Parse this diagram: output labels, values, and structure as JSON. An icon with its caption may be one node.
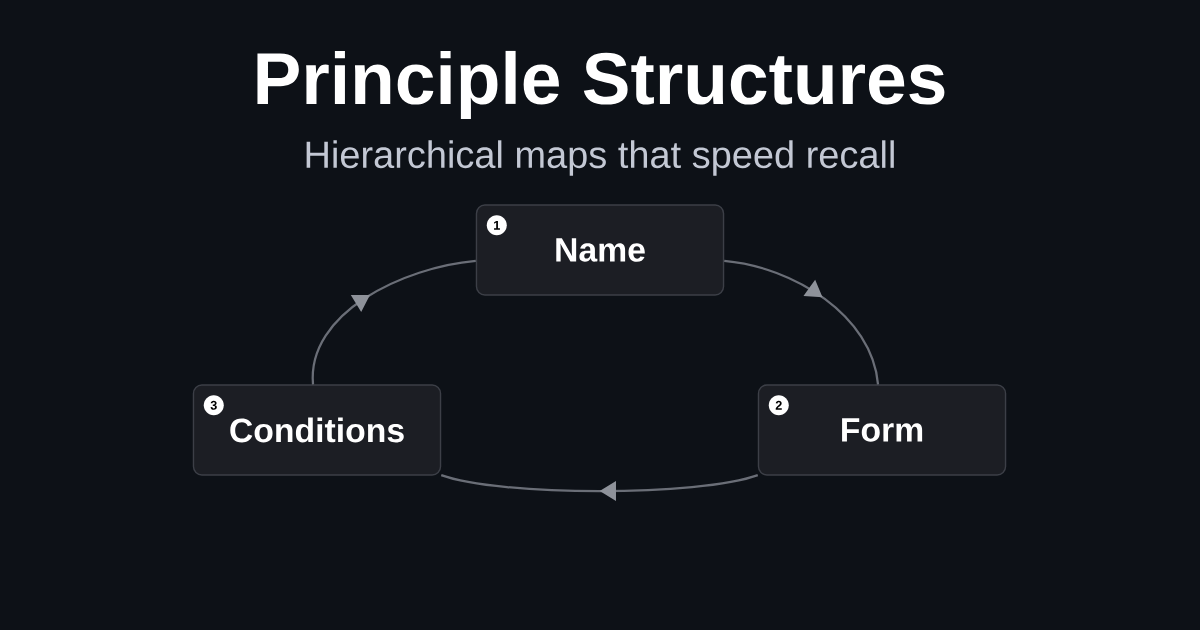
{
  "diagram": {
    "title": "Principle Structures",
    "caption": "Hierarchical maps that speed recall",
    "nodes": [
      {
        "text": [
          "1",
          "Name"
        ]
      },
      {
        "text": [
          "2",
          "Form"
        ]
      },
      {
        "text": [
          "3",
          "Conditions"
        ]
      }
    ],
    "edges": [
      {
        "from": 0,
        "to": 1,
        "arrow": "to"
      },
      {
        "from": 1,
        "to": 2,
        "arrow": "to"
      },
      {
        "from": 2,
        "to": 0,
        "arrow": "to"
      }
    ]
  }
}
